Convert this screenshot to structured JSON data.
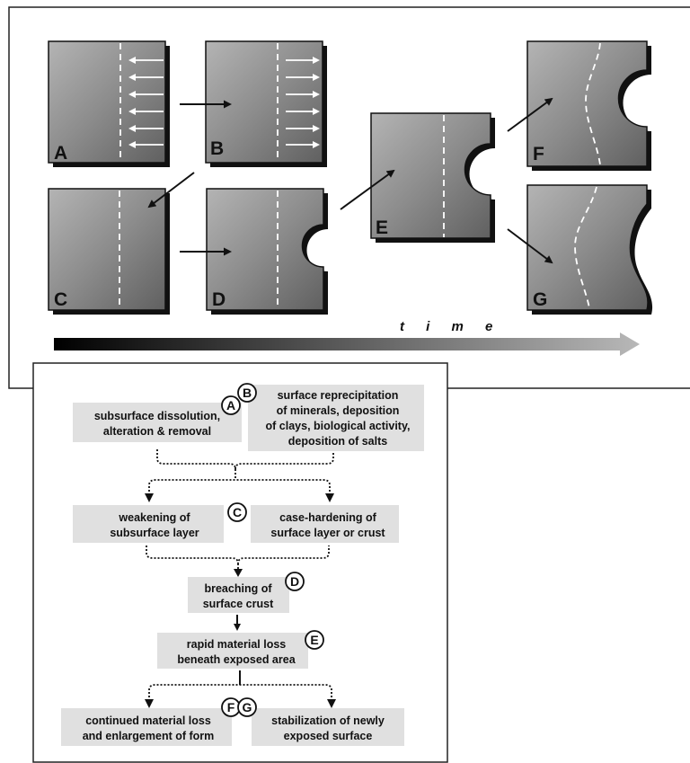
{
  "panels": {
    "A": "A",
    "B": "B",
    "C": "C",
    "D": "D",
    "E": "E",
    "F": "F",
    "G": "G"
  },
  "time_label": "t i m e",
  "flowchart": {
    "badges": {
      "A": "A",
      "B": "B",
      "C": "C",
      "D": "D",
      "E": "E",
      "F": "F",
      "G": "G"
    },
    "box_a": [
      "subsurface dissolution,",
      "alteration & removal"
    ],
    "box_b": [
      "surface reprecipitation",
      "of minerals, deposition",
      "of clays, biological activity,",
      "deposition of salts"
    ],
    "box_c_left": [
      "weakening of",
      "subsurface layer"
    ],
    "box_c_right": [
      "case-hardening of",
      "surface layer or crust"
    ],
    "box_d": [
      "breaching of",
      "surface crust"
    ],
    "box_e": [
      "rapid material loss",
      "beneath exposed area"
    ],
    "box_f": [
      "continued material loss",
      "and enlargement of form"
    ],
    "box_g": [
      "stabilization of newly",
      "exposed surface"
    ]
  }
}
